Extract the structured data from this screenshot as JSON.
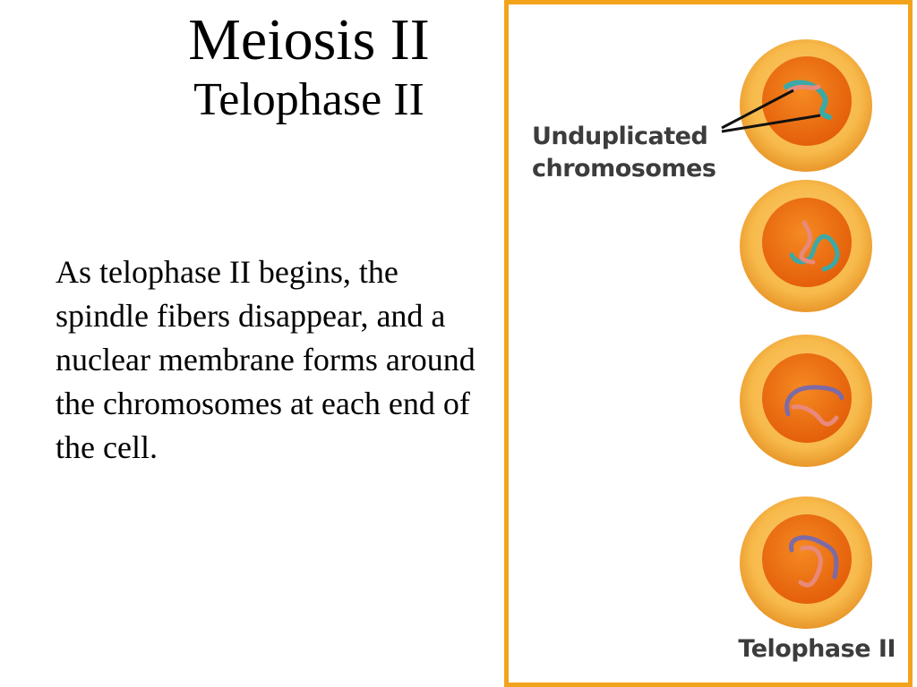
{
  "slide": {
    "title": "Meiosis II",
    "subtitle": "Telophase II",
    "body": "As telophase II begins, the spindle fibers disappear, and a nuclear membrane forms around the chromosomes at each end of the cell."
  },
  "figure": {
    "label_line1": "Unduplicated",
    "label_line2": "chromosomes",
    "caption": "Telophase II",
    "colors": {
      "frame": "#f2a31c",
      "cytoplasm": "#f9c25a",
      "nucleus": "#ee6f12",
      "chromosome_teal": "#3aa9a8",
      "chromosome_pink": "#e8897a",
      "chromosome_purple": "#7d6aa6"
    }
  }
}
